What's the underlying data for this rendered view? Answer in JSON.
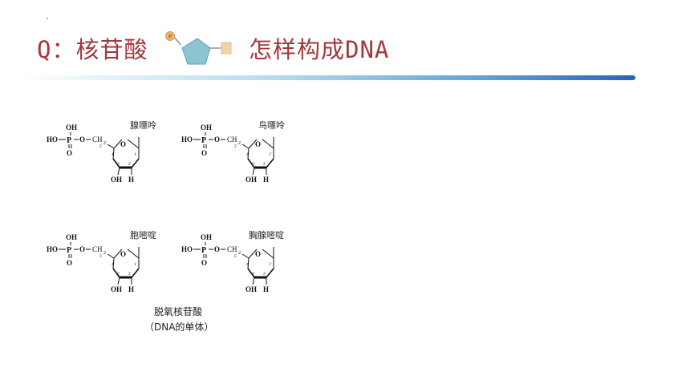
{
  "title": {
    "part1": "Q：核苷酸",
    "part2": "怎样构成DNA",
    "icon_phosphate_letter": "P",
    "icon_name": "nucleotide-icon"
  },
  "structure_labels": {
    "oh": "OH",
    "ho": "HO",
    "p": "P",
    "o": "O",
    "ch2": "CH",
    "h": "H",
    "c5": "5'",
    "c4": "4'",
    "c3": "3'",
    "c2": "2'",
    "c1": "1'"
  },
  "molecules": [
    {
      "base": "腺嘌呤"
    },
    {
      "base": "鸟嘌呤"
    },
    {
      "base": "胞嘧啶"
    },
    {
      "base": "胸腺嘧啶"
    }
  ],
  "caption": {
    "line1": "脱氧核苷酸",
    "line2": "（DNA的单体）"
  },
  "colors": {
    "title": "#a2393c",
    "pentagon": "#8cc4d2",
    "phosphate": "#f0b470",
    "base_block": "#f1d4a8",
    "divider_end": "#2b62b5"
  }
}
